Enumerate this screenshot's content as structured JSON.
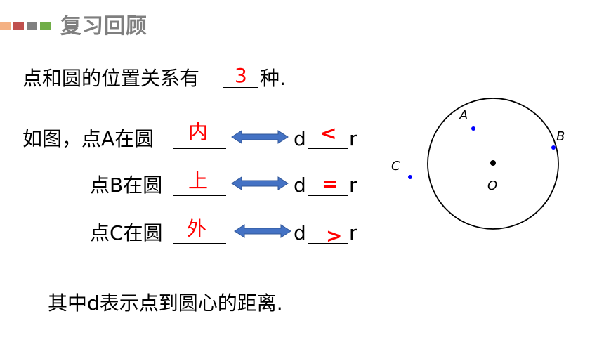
{
  "header": {
    "title": "复习回顾",
    "bar_colors": [
      "#f4b183",
      "#c0504d",
      "#808080",
      "#70ad47"
    ]
  },
  "line1": {
    "prefix": "点和圆的位置关系有",
    "answer": "3",
    "suffix": "种."
  },
  "row_a": {
    "prefix": "如图，点A在圆",
    "answer": "内",
    "d": "d",
    "relation": "<",
    "r": "r"
  },
  "row_b": {
    "prefix": "点B在圆",
    "answer": "上",
    "d": "d",
    "relation": "=",
    "r": "r"
  },
  "row_c": {
    "prefix": "点C在圆",
    "answer": "外",
    "d": "d",
    "relation": ">",
    "r": "r"
  },
  "note": "其中d表示点到圆心的距离.",
  "figure": {
    "labels": {
      "a": "A",
      "b": "B",
      "c": "C",
      "o": "O"
    },
    "colors": {
      "point": "#0000ff",
      "center": "#000000",
      "arrow_fill": "#4472c4"
    }
  }
}
